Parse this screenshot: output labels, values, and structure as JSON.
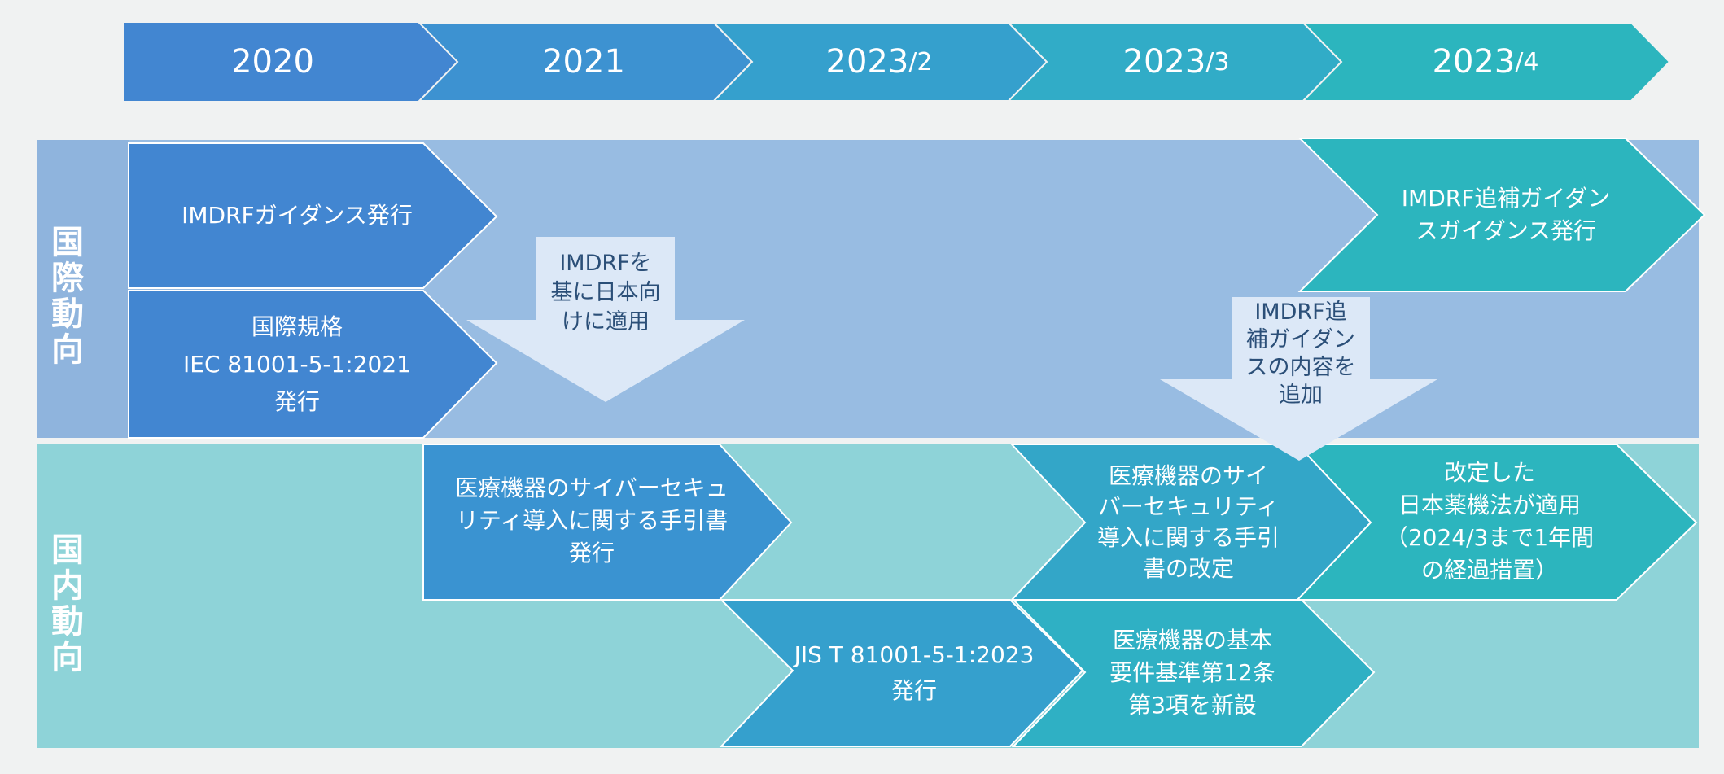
{
  "timeline": {
    "periods": [
      {
        "main": "2020",
        "sub": ""
      },
      {
        "main": "2021",
        "sub": ""
      },
      {
        "main": "2023",
        "sub": "/2"
      },
      {
        "main": "2023",
        "sub": "/3"
      },
      {
        "main": "2023",
        "sub": "/4"
      }
    ]
  },
  "sections": {
    "international": "国\n際\n動\n向",
    "domestic": "国\n内\n動\n向"
  },
  "international": {
    "imdrf_guidance": "IMDRFガイダンス発行",
    "iec_standard": "国際規格\nIEC 81001-5-1:2021\n発行",
    "imdrf_supplement": "IMDRF追補ガイダン\nスガイダンス発行"
  },
  "connectors": {
    "apply_to_japan": "IMDRFを\n基に日本向\nけに適用",
    "add_supplement": "IMDRF追\n補ガイダン\nスの内容を\n追加"
  },
  "domestic": {
    "guide_issued": "医療機器のサイバーセキュ\nリティ導入に関する手引書\n発行",
    "jis_standard": "JIS T 81001-5-1:2023\n発行",
    "guide_revised": "医療機器のサイ\nバーセキュリティ\n導入に関する手引\n書の改定",
    "basic_requirements": "医療機器の基本\n要件基準第12条\n第3項を新設",
    "pmd_act_applied": "改定した\n日本薬機法が適用\n（2024/3まで1年間\nの経過措置）"
  },
  "colors": {
    "background": "#f0f2f2",
    "intl_band": "#98bce2",
    "intl_label": "#8fb4dd",
    "dom_band": "#8ed3d8",
    "header": [
      "#4286d1",
      "#3d92d1",
      "#35a0cd",
      "#31acc7",
      "#2cb5be"
    ],
    "box_blue": "#4286d1",
    "box_mid": "#3a93d1",
    "box_teal": "#33a6c8",
    "box_teal2": "#2fb0c4",
    "box_teal3": "#2cb5be",
    "callout": "#dce8f7"
  }
}
